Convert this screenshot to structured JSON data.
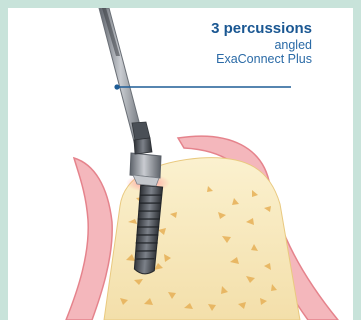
{
  "caption": {
    "title": "3 percussions",
    "line2": "angled",
    "line3": "ExaConnect Plus"
  },
  "colors": {
    "frame": "#c8e3da",
    "background": "#ffffff",
    "gum": "#f3b5ba",
    "gum_edge": "#e6858e",
    "bone": "#f6e6b8",
    "bone_pattern": "#e7b35c",
    "implant": "#4a4f55",
    "instrument": "#7b8088",
    "caption_text": "#1a5792",
    "leader_line": "#1f5d96",
    "contact_glow": "#f07f88"
  },
  "icons": [
    "percussion-instrument",
    "dental-implant"
  ]
}
